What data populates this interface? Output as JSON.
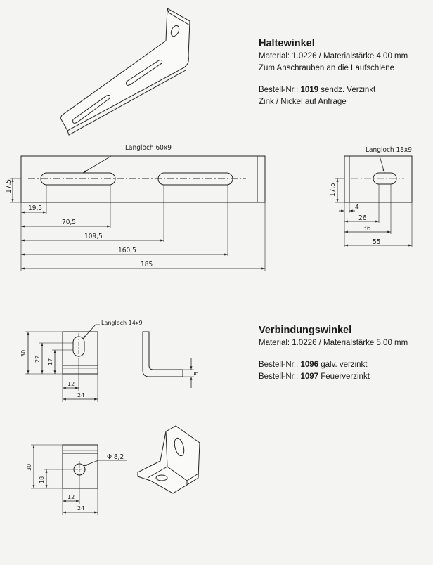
{
  "haltewinkel": {
    "title": "Haltewinkel",
    "material": "Material: 1.0226 / Materialstärke 4,00 mm",
    "mounting": "Zum Anschrauben an die Laufschiene",
    "order_prefix": "Bestell-Nr.: ",
    "order_number": "1019",
    "order_suffix": " sendz. Verzinkt",
    "options": "Zink / Nickel auf Anfrage"
  },
  "verbindungswinkel": {
    "title": "Verbindungswinkel",
    "material": "Material: 1.0226 / Materialstärke 5,00 mm",
    "orders": [
      {
        "prefix": "Bestell-Nr.: ",
        "number": "1096",
        "suffix": " galv. verzinkt"
      },
      {
        "prefix": "Bestell-Nr.: ",
        "number": "1097",
        "suffix": " Feuerverzinkt"
      }
    ]
  },
  "drawing_labels": {
    "slot_60": "Langloch 60x9",
    "slot_18": "Langloch 18x9",
    "slot_14": "Langloch 14x9",
    "hole_dia": "Φ 8,2",
    "front_dims": [
      "17,5",
      "19,5",
      "70,5",
      "109,5",
      "160,5",
      "185"
    ],
    "side_dims": [
      "17,5",
      "4",
      "26",
      "36",
      "55"
    ],
    "vw1_dims": [
      "30",
      "22",
      "17",
      "12",
      "24",
      "5"
    ],
    "vw2_dims": [
      "30",
      "18",
      "12",
      "24"
    ]
  }
}
